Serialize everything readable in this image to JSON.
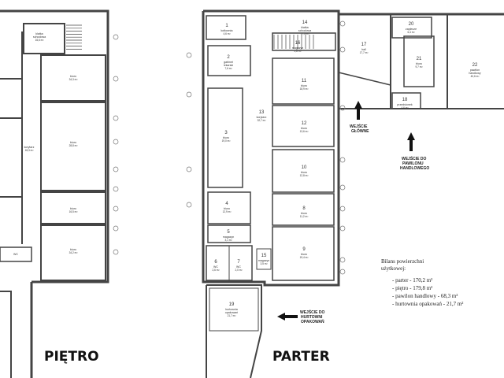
{
  "plans": {
    "pietro": {
      "title": "PIĘTRO",
      "rooms": [
        {
          "id": "p_klatka",
          "label": "klatka schodowa",
          "area": "16,6 m²"
        },
        {
          "id": "p_biuro1",
          "label": "biuro",
          "area": "34,3 m²"
        },
        {
          "id": "p_biuro2",
          "label": "biuro",
          "area": "28,8 m²"
        },
        {
          "id": "p_biuro3",
          "label": "biuro",
          "area": "16,5 m²"
        },
        {
          "id": "p_biuro4",
          "label": "biuro",
          "area": "34,2 m²"
        },
        {
          "id": "p_korytarz",
          "label": "korytarz",
          "area": "18,3 m²"
        },
        {
          "id": "p_wc",
          "label": "WC",
          "area": ""
        }
      ]
    },
    "parter": {
      "title": "PARTER",
      "rooms": [
        {
          "id": "r1",
          "num": "1",
          "label": "kotłownia",
          "area": "4,6 m²"
        },
        {
          "id": "r14",
          "num": "14",
          "label": "klatka schodowa",
          "area": "17,5 m²"
        },
        {
          "id": "r16",
          "num": "16",
          "label": "magazyn",
          "area": "2,8 m²"
        },
        {
          "id": "r17",
          "num": "17",
          "label": "hall",
          "area": "17,7 m²"
        },
        {
          "id": "r20",
          "num": "20",
          "label": "zaplecze",
          "area": "6,4 m²"
        },
        {
          "id": "r2",
          "num": "2",
          "label": "gabinet lekarski",
          "area": "7,6 m²"
        },
        {
          "id": "r11",
          "num": "11",
          "label": "biuro",
          "area": "18,9 m²"
        },
        {
          "id": "r21",
          "num": "21",
          "label": "biuro",
          "area": "9,7 m²"
        },
        {
          "id": "r22",
          "num": "22",
          "label": "pawilon handlowy",
          "area": "40,6 m²"
        },
        {
          "id": "r18",
          "num": "18",
          "label": "przedsionek",
          "area": "4,6 m²"
        },
        {
          "id": "r13",
          "num": "13",
          "label": "korytarz",
          "area": "32,7 m²"
        },
        {
          "id": "r12",
          "num": "12",
          "label": "biuro",
          "area": "13,6 m²"
        },
        {
          "id": "r3",
          "num": "3",
          "label": "biuro",
          "area": "19,0 m²"
        },
        {
          "id": "r10",
          "num": "10",
          "label": "biuro",
          "area": "12,8 m²"
        },
        {
          "id": "r8",
          "num": "8",
          "label": "biuro",
          "area": "11,2 m²"
        },
        {
          "id": "r4",
          "num": "4",
          "label": "biuro",
          "area": "12,9 m²"
        },
        {
          "id": "r5",
          "num": "5",
          "label": "magazyn",
          "area": "3,1 m²"
        },
        {
          "id": "r9",
          "num": "9",
          "label": "biuro",
          "area": "19,4 m²"
        },
        {
          "id": "r6",
          "num": "6",
          "label": "WC",
          "area": "2,6 m²"
        },
        {
          "id": "r7",
          "num": "7",
          "label": "WC",
          "area": "2,0 m²"
        },
        {
          "id": "r15",
          "num": "15",
          "label": "magazyn",
          "area": "3,5 m²"
        },
        {
          "id": "r19",
          "num": "19",
          "label": "hurtownia opakowań",
          "area": "21,7 m²"
        }
      ],
      "entrances": {
        "glowne": [
          "WEJŚCIE",
          "GŁÓWNE"
        ],
        "pawilon": [
          "WEJŚCIE DO",
          "PAWILONU",
          "HANDLOWEGO"
        ],
        "hurtownia": [
          "WEJŚCIE DO",
          "HURTOWNI",
          "OPAKOWAŃ"
        ]
      }
    }
  },
  "bilans": {
    "heading": [
      "Bilans powierzchni",
      "użytkowej:"
    ],
    "items": [
      "- parter - 170,2 m²",
      "- piętro - 179,8 m²",
      "- pawilon handlowy - 68,3 m²",
      "- hurtownia opakowań - 21,7 m²"
    ]
  },
  "colors": {
    "wall": "#444444",
    "line": "#777777",
    "text": "#222222"
  }
}
